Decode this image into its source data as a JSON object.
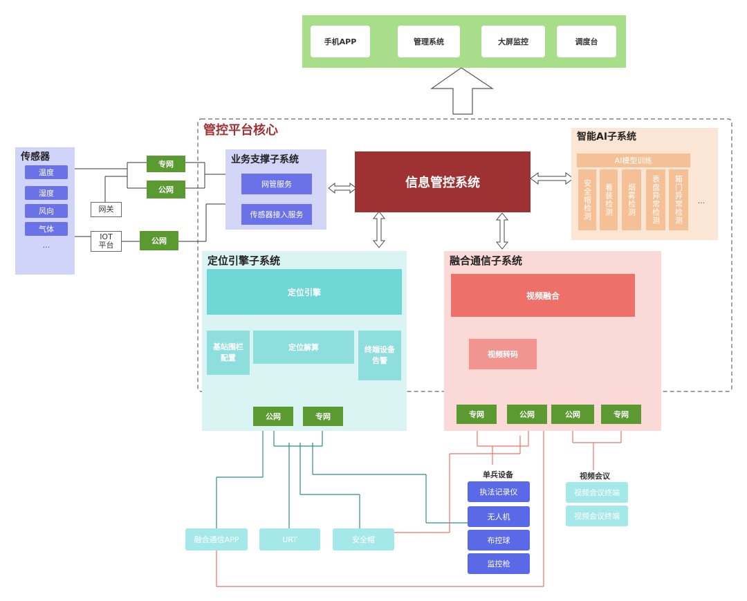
{
  "top": {
    "items": [
      "手机APP",
      "管理系统",
      "大屏监控",
      "调度台"
    ]
  },
  "core": {
    "title": "管控平台核心"
  },
  "sensors": {
    "title": "传感器",
    "items": [
      "温度",
      "湿度",
      "风向",
      "气体",
      "..."
    ]
  },
  "gateway": {
    "gw": "网关",
    "iot": "IOT\n平台"
  },
  "networks": {
    "private": "专网",
    "public": "公网"
  },
  "biz": {
    "title": "业务支撑子系统",
    "items": [
      "网管服务",
      "传感器接入服务"
    ]
  },
  "info": {
    "title": "信息管控系统"
  },
  "ai": {
    "title": "智能AI子系统",
    "training": "AI模型训练",
    "items": [
      "安全帽检测",
      "着装检测",
      "烟雾检测",
      "表盘异常检测",
      "箱门异常检测"
    ],
    "more": "..."
  },
  "pos": {
    "title": "定位引擎子系统",
    "engine": "定位引擎",
    "solve": "定位解算",
    "fence": "基站围栏配置",
    "alarm": "终端设备告警"
  },
  "comm": {
    "title": "融合通信子系统",
    "fusion": "视频融合",
    "transcode": "视频转码"
  },
  "soldier": {
    "title": "单兵设备",
    "items": [
      "执法记录仪",
      "无人机",
      "布控球",
      "监控枪"
    ]
  },
  "videoconf": {
    "title": "视频会议",
    "items": [
      "视频会议终端",
      "视频会议终端"
    ]
  },
  "bottom": {
    "items": [
      "融合通信APP",
      "URT",
      "安全帽"
    ]
  },
  "colors": {
    "green": "#5b9a31",
    "red": "#9e3232",
    "purple": "#6b72e8",
    "teal": "#6fd6d6",
    "salmon": "#ee7068"
  }
}
